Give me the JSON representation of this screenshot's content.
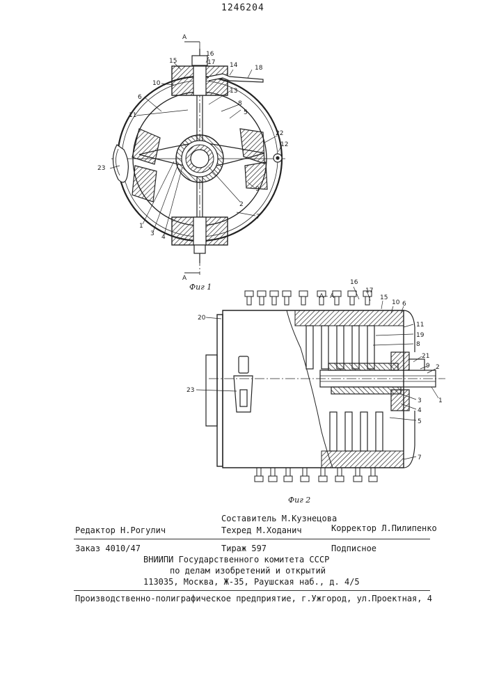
{
  "patent_number": "1246204",
  "figure1": {
    "caption": "Фиг 1",
    "section_mark": "A",
    "labels": [
      "16",
      "17",
      "15",
      "14",
      "18",
      "10",
      "6",
      "13",
      "11",
      "8",
      "5",
      "22",
      "12",
      "23",
      "9",
      "2",
      "7",
      "1",
      "3",
      "4"
    ]
  },
  "figure2": {
    "caption": "Фиг 2",
    "section_title": "A - A",
    "labels": [
      "16",
      "17",
      "15",
      "10",
      "6",
      "20",
      "11",
      "19",
      "8",
      "21",
      "9",
      "2",
      "1",
      "23",
      "3",
      "4",
      "5",
      "7"
    ]
  },
  "imprint": {
    "editor": "Редактор Н.Рогулич",
    "compiler": "Составитель М.Кузнецова",
    "techred": "Техред М.Ходанич",
    "corrector": "Корректор  Л.Пилипенко",
    "order": "Заказ 4010/47",
    "circulation": "Тираж 597",
    "subscription": "Подписное",
    "org_line1": "ВНИИПИ Государственного комитета СССР",
    "org_line2": "по делам изобретений и открытий",
    "org_line3": "113035, Москва, Ж-35, Раушская  наб., д. 4/5",
    "printer": "Производственно-полиграфическое предприятие, г.Ужгород, ул.Проектная, 4"
  }
}
